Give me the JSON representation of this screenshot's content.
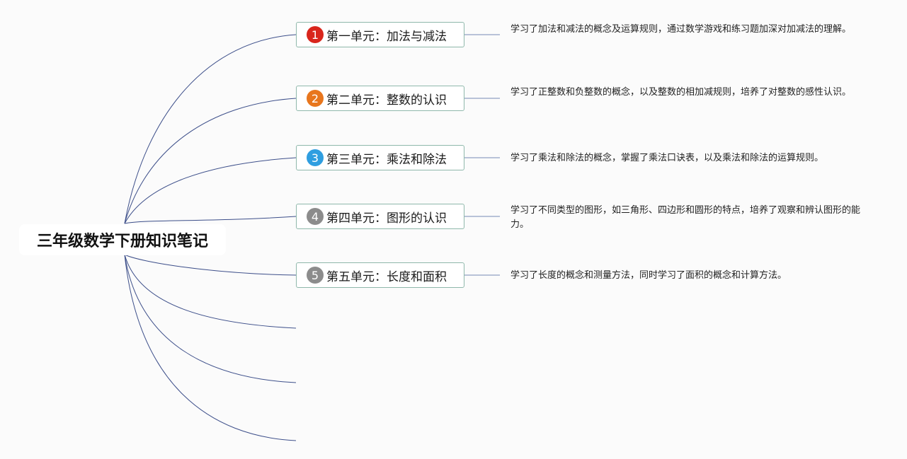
{
  "root": {
    "title": "三年级数学下册知识笔记"
  },
  "topics": [
    {
      "num": "1",
      "label": "第一单元：加法与减法",
      "color": "#d9261c",
      "desc": "学习了加法和减法的概念及运算规则，通过数学游戏和练习题加深对加减法的理解。"
    },
    {
      "num": "2",
      "label": "第二单元：整数的认识",
      "color": "#e8761d",
      "desc": "学习了正整数和负整数的概念，以及整数的相加减规则，培养了对整数的感性认识。"
    },
    {
      "num": "3",
      "label": "第三单元：乘法和除法",
      "color": "#2f9ee0",
      "desc": "学习了乘法和除法的概念，掌握了乘法口诀表，以及乘法和除法的运算规则。"
    },
    {
      "num": "4",
      "label": "第四单元：图形的认识",
      "color": "#8c8c8c",
      "desc": "学习了不同类型的图形，如三角形、四边形和圆形的特点，培养了观察和辨认图形的能力。"
    },
    {
      "num": "5",
      "label": "第五单元：长度和面积",
      "color": "#8c8c8c",
      "desc": "学习了长度的概念和测量方法，同时学习了面积的概念和计算方法。"
    }
  ],
  "colors": {
    "connector": "#3d4f8a",
    "desc_connector": "#8fa0c4",
    "topic_border": "#8fb8ab"
  }
}
